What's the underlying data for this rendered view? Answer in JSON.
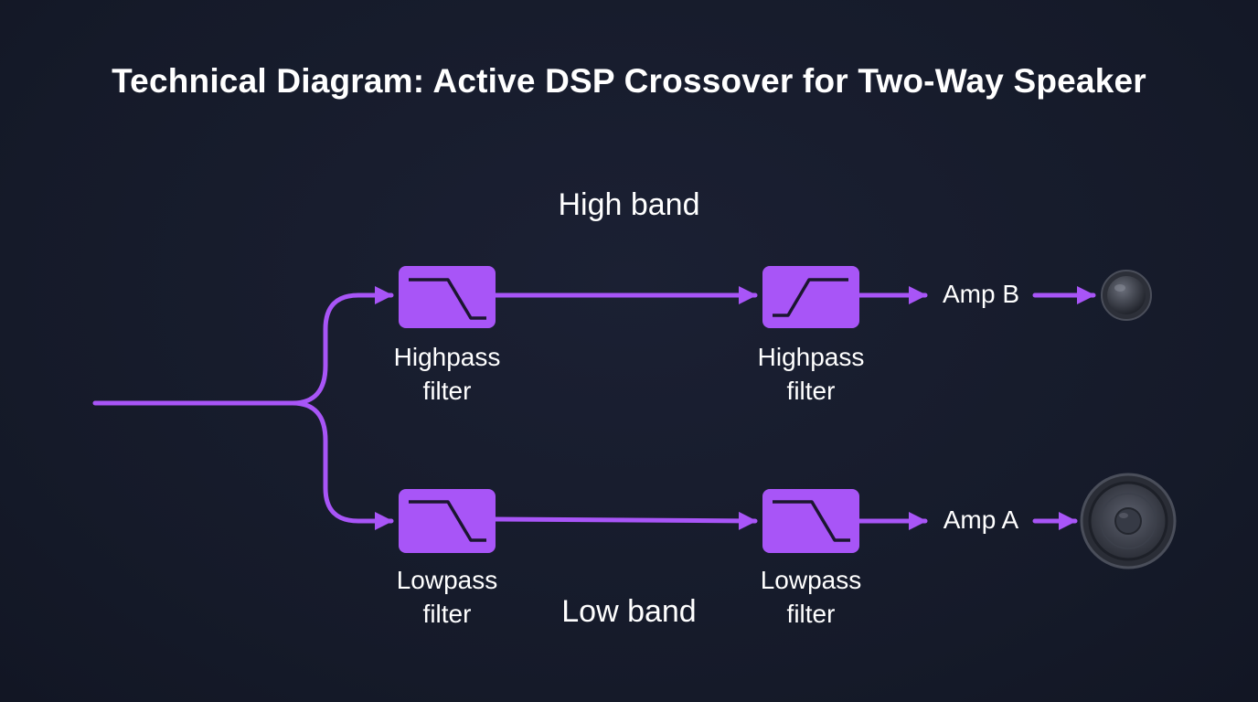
{
  "title": "Technical Diagram: Active DSP Crossover for Two-Way Speaker",
  "bands": {
    "high": "High band",
    "low": "Low band"
  },
  "filters": [
    {
      "id": "hp1",
      "line1": "Highpass",
      "line2": "filter",
      "curve": "falling-slope-icon"
    },
    {
      "id": "hp2",
      "line1": "Highpass",
      "line2": "filter",
      "curve": "rising-slope-icon"
    },
    {
      "id": "lp1",
      "line1": "Lowpass",
      "line2": "filter",
      "curve": "falling-slope-icon"
    },
    {
      "id": "lp2",
      "line1": "Lowpass",
      "line2": "filter",
      "curve": "falling-slope-icon"
    }
  ],
  "amps": {
    "b": "Amp B",
    "a": "Amp A"
  },
  "icons": {
    "tweeter": "tweeter-icon",
    "woofer": "woofer-speaker-icon"
  },
  "colors": {
    "background": "#161a2a",
    "accent": "#a855f7",
    "filter_box": "#a855f7",
    "line": "#9b4fe8",
    "speaker": "#3a3d48"
  }
}
